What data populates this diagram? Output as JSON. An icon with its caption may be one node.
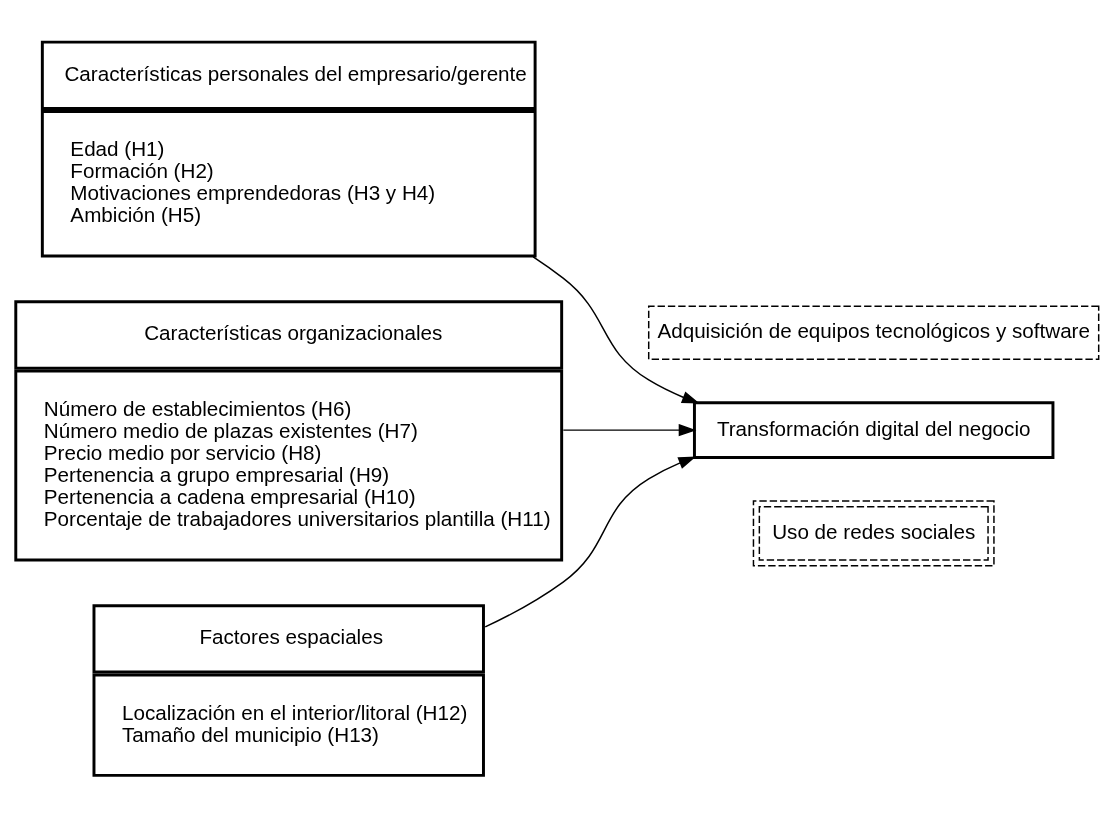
{
  "diagram": {
    "nodes": [
      {
        "text": [
          "Características personales del empresario/gerente",
          "Edad (H1)",
          "Formación (H2)",
          "Motivaciones emprendedoras (H3 y H4)",
          "Ambición (H5)"
        ]
      },
      {
        "text": [
          "Características organizacionales",
          "Número de establecimientos (H6)",
          "Número medio de plazas existentes (H7)",
          "Precio medio por servicio (H8)",
          "Pertenencia a grupo empresarial (H9)",
          "Pertenencia a cadena empresarial (H10)",
          "Porcentaje de trabajadores universitarios plantilla (H11)"
        ]
      },
      {
        "text": [
          "Factores espaciales",
          "Localización en el interior/litoral (H12)",
          "Tamaño del municipio (H13)"
        ]
      },
      {
        "text": [
          "Transformación digital del negocio"
        ]
      },
      {
        "text": [
          "Adquisición de equipos tecnológicos y software"
        ]
      },
      {
        "text": [
          "Uso de redes sociales"
        ]
      }
    ],
    "edges": [
      {
        "from": 0,
        "to": 3,
        "arrow": "to"
      },
      {
        "from": 1,
        "to": 3,
        "arrow": "to"
      },
      {
        "from": 2,
        "to": 3,
        "arrow": "to"
      }
    ]
  }
}
